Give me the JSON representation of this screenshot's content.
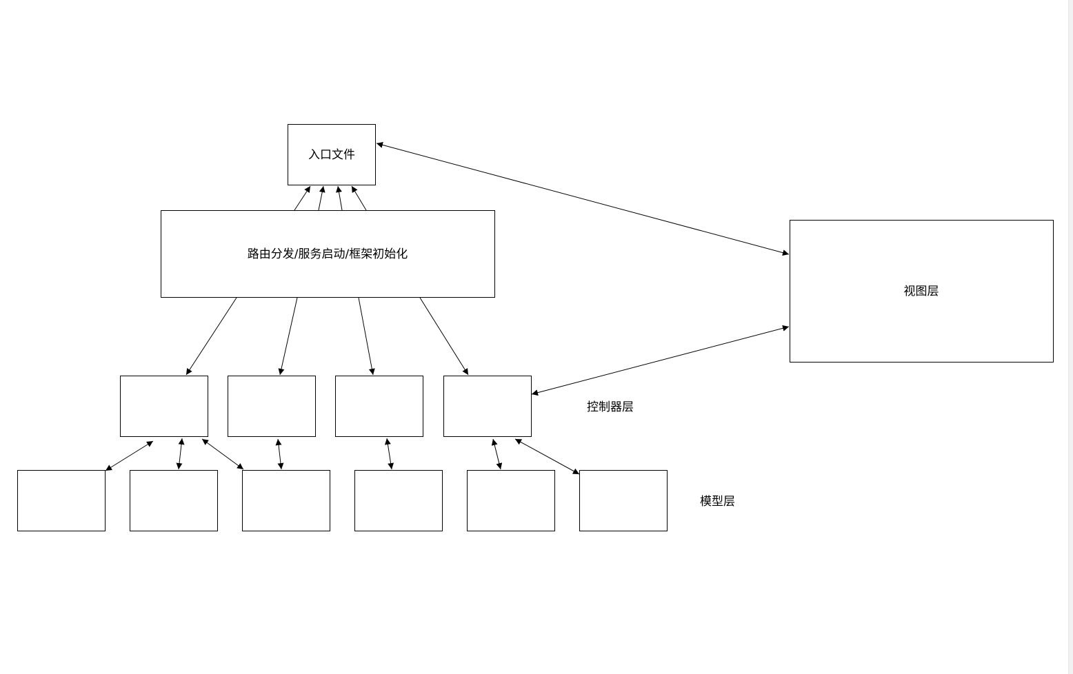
{
  "nodes": {
    "entry": {
      "label": "入口文件"
    },
    "router": {
      "label": "路由分发/服务启动/框架初始化"
    },
    "view": {
      "label": "视图层"
    }
  },
  "layers": {
    "controller": {
      "label": "控制器层"
    },
    "model": {
      "label": "模型层"
    }
  },
  "colors": {
    "stroke": "#000000",
    "background": "#ffffff"
  }
}
